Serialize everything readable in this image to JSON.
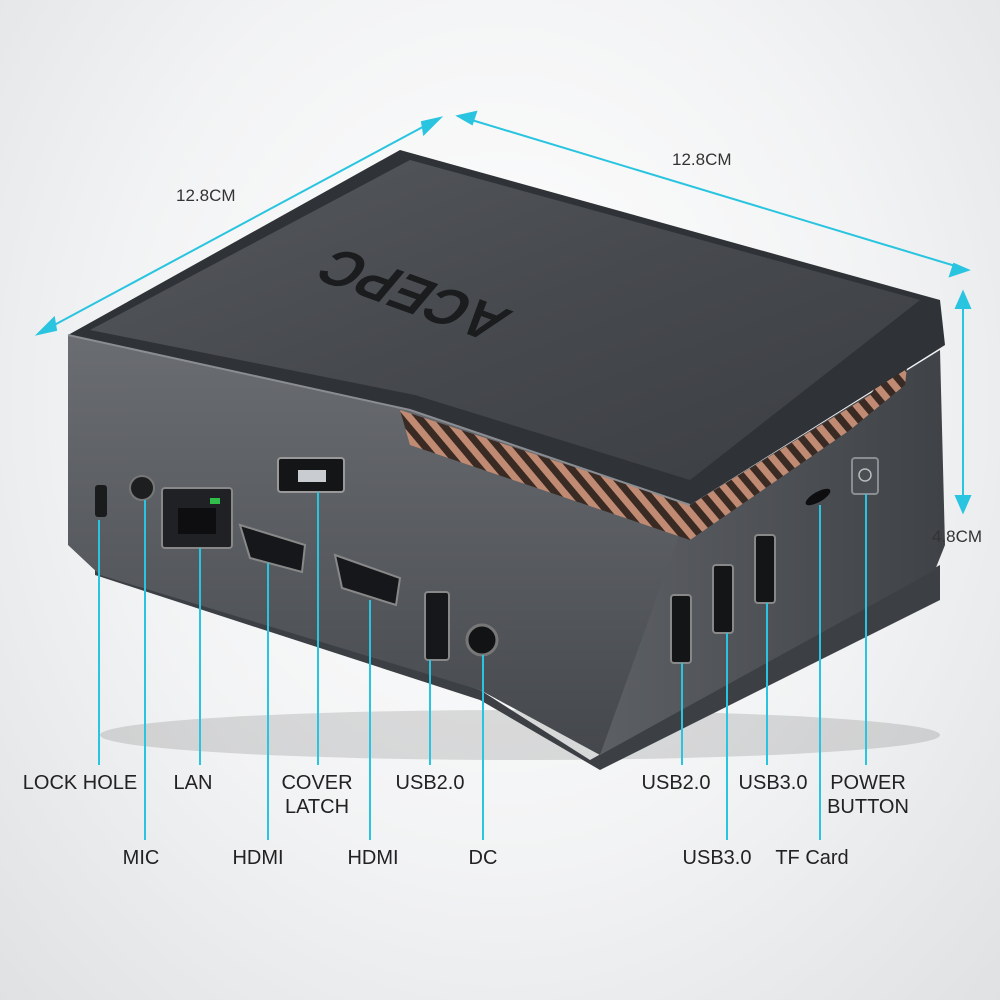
{
  "brand": "ACEPC",
  "colors": {
    "leader_line": "#29c4e0",
    "case_body": "#54575c",
    "case_top": "#45484d",
    "heatsink": "#c08b72"
  },
  "dimensions": {
    "width": "12.8CM",
    "depth": "12.8CM",
    "height": "4.8CM"
  },
  "callouts": {
    "lock_hole": "LOCK HOLE",
    "mic": "MIC",
    "lan": "LAN",
    "hdmi_2": "HDMI",
    "cover_latch_1": "COVER",
    "cover_latch_2": "LATCH",
    "hdmi_1": "HDMI",
    "usb20_front": "USB2.0",
    "dc": "DC",
    "usb20_side": "USB2.0",
    "usb30_side_a": "USB3.0",
    "usb30_side_b": "USB3.0",
    "tf_card": "TF Card",
    "power_button_1": "POWER",
    "power_button_2": "BUTTON"
  }
}
